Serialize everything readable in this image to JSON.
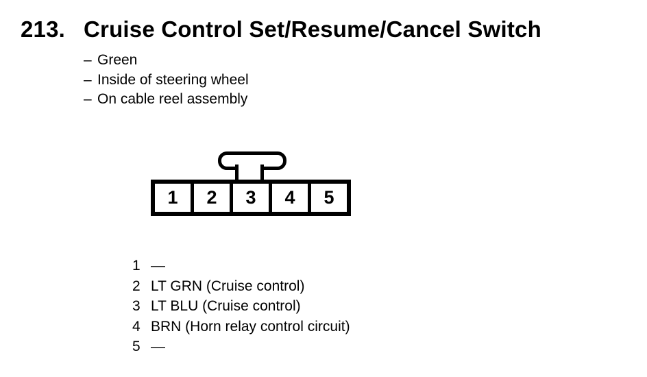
{
  "title": {
    "number": "213.",
    "text": "Cruise Control Set/Resume/Cancel Switch"
  },
  "notes": {
    "bullet": "–",
    "items": [
      {
        "text": "Green"
      },
      {
        "text": "Inside of steering wheel"
      },
      {
        "text": "On cable reel assembly"
      }
    ]
  },
  "connector": {
    "cavities": [
      "1",
      "2",
      "3",
      "4",
      "5"
    ]
  },
  "pins": [
    {
      "pin": "1",
      "desc": "—"
    },
    {
      "pin": "2",
      "desc": "LT GRN (Cruise control)"
    },
    {
      "pin": "3",
      "desc": "LT BLU (Cruise control)"
    },
    {
      "pin": "4",
      "desc": "BRN (Horn relay control circuit)"
    },
    {
      "pin": "5",
      "desc": "—"
    }
  ],
  "colors": {
    "ink": "#000000",
    "background": "#ffffff"
  }
}
